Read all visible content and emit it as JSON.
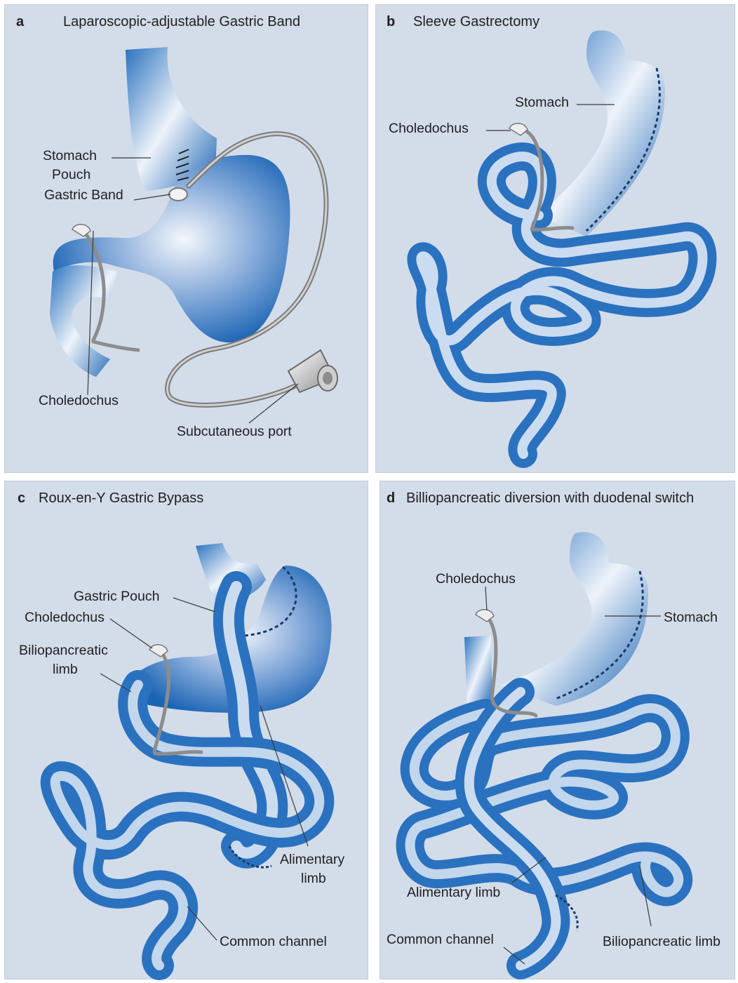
{
  "panels": {
    "a": {
      "letter": "a",
      "title": "Laparoscopic-adjustable Gastric Band",
      "labels": {
        "stomach_pouch_1": "Stomach",
        "stomach_pouch_2": "Pouch",
        "gastric_band": "Gastric Band",
        "choledochus": "Choledochus",
        "port": "Subcutaneous port"
      }
    },
    "b": {
      "letter": "b",
      "title": "Sleeve Gastrectomy",
      "labels": {
        "stomach": "Stomach",
        "choledochus": "Choledochus"
      }
    },
    "c": {
      "letter": "c",
      "title": "Roux-en-Y Gastric Bypass",
      "labels": {
        "gastric_pouch": "Gastric Pouch",
        "choledochus": "Choledochus",
        "bilio_1": "Biliopancreatic",
        "bilio_2": "limb",
        "alimentary_1": "Alimentary",
        "alimentary_2": "limb",
        "common_channel": "Common channel"
      }
    },
    "d": {
      "letter": "d",
      "title": "Billiopancreatic diversion with duodenal switch",
      "labels": {
        "choledochus": "Choledochus",
        "stomach": "Stomach",
        "alimentary": "Alimentary limb",
        "common_channel": "Common channel",
        "bilio": "Biliopancreatic limb"
      }
    }
  },
  "colors": {
    "background": "#d3dce9",
    "organ_dark": "#1a64b4",
    "organ_light": "#f4f7fb",
    "text": "#1f1f1f"
  }
}
